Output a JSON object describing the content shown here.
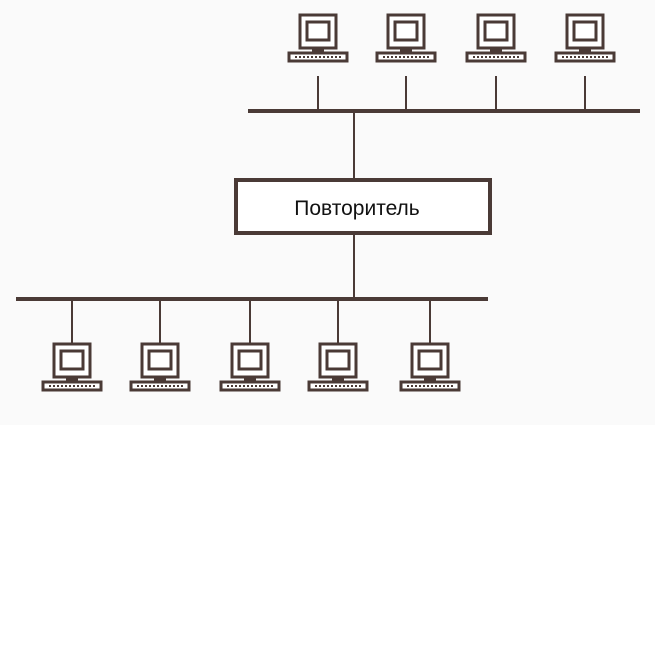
{
  "diagram": {
    "repeater_label": "Повторитель"
  },
  "colors": {
    "line": "#4a3a36",
    "background": "#fafafa",
    "screen_fill": "#ffffff"
  },
  "icons": {
    "workstation": "computer-icon"
  },
  "segments": {
    "top": {
      "computer_count": 4
    },
    "bottom": {
      "computer_count": 5
    }
  }
}
